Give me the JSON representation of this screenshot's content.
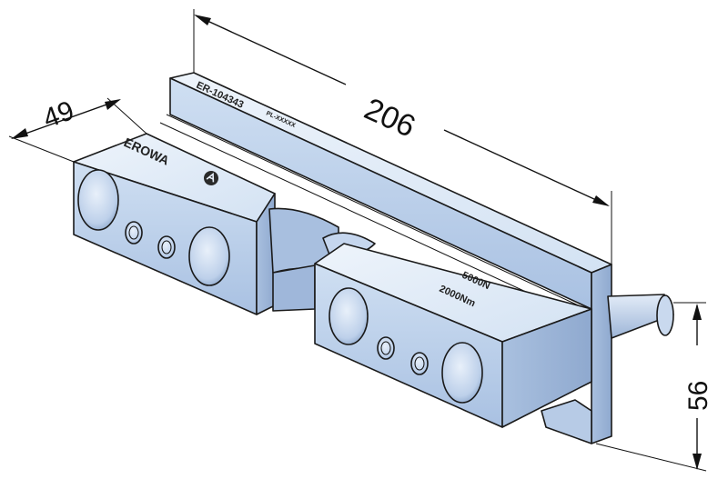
{
  "dimensions": {
    "length": "206",
    "width": "49",
    "height": "56"
  },
  "markings": {
    "part_number": "ER-104343",
    "serial": "PL-XXXXX",
    "brand": "EROWA",
    "force": "5000N",
    "torque": "2000Nm"
  },
  "colors": {
    "body_top": "#d9e6f4",
    "body_front": "#bccfe8",
    "body_dark": "#8ea6c8",
    "outline": "#1a1a1a"
  }
}
